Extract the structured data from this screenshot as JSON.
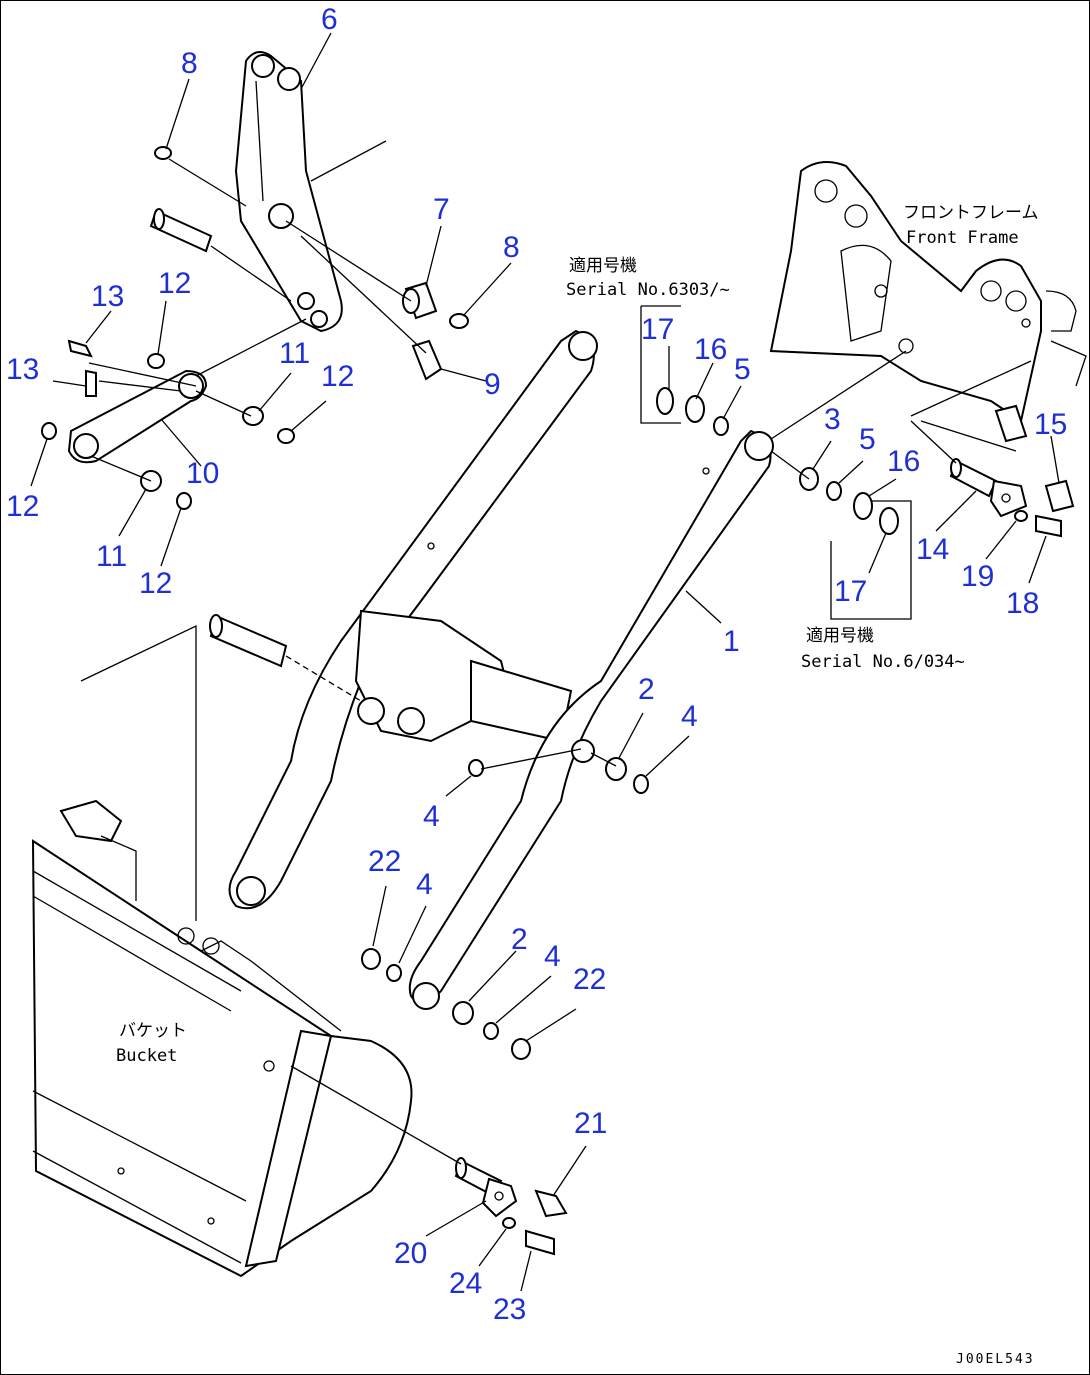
{
  "labels": {
    "p1": "1",
    "p2a": "2",
    "p2b": "2",
    "p3": "3",
    "p4a": "4",
    "p4b": "4",
    "p4c": "4",
    "p4d": "4",
    "p5a": "5",
    "p5b": "5",
    "p6": "6",
    "p7": "7",
    "p8a": "8",
    "p8b": "8",
    "p9": "9",
    "p10": "10",
    "p11a": "11",
    "p11b": "11",
    "p12a": "12",
    "p12b": "12",
    "p12c": "12",
    "p12d": "12",
    "p13a": "13",
    "p13b": "13",
    "p14": "14",
    "p15": "15",
    "p16a": "16",
    "p16b": "16",
    "p17a": "17",
    "p17b": "17",
    "p18": "18",
    "p19": "19",
    "p20": "20",
    "p21": "21",
    "p22a": "22",
    "p22b": "22",
    "p23": "23",
    "p24": "24"
  },
  "notes": {
    "front_frame_jp": "フロントフレーム",
    "front_frame_en": "Front Frame",
    "serial_top_jp": "適用号機",
    "serial_top_en": "Serial No.6303/~",
    "serial_bottom_jp": "適用号機",
    "serial_bottom_en": "Serial No.6/034~",
    "bucket_jp": "バケット",
    "bucket_en": "Bucket"
  },
  "drawing_code": "J00EL543",
  "colors": {
    "callout": "#1f2fd6",
    "line": "#000000"
  }
}
